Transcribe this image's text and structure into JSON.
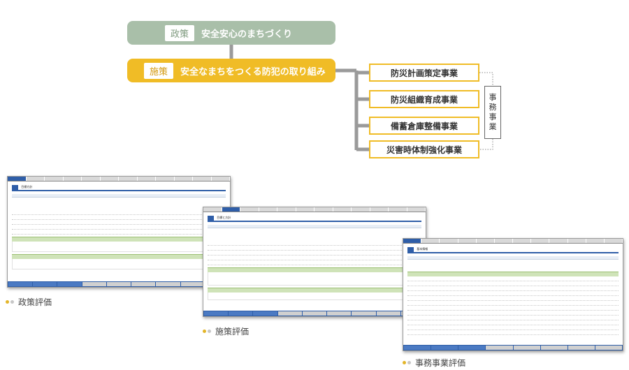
{
  "diagram": {
    "policy": {
      "tag": "政策",
      "text": "安全安心のまちづくり"
    },
    "measure": {
      "tag": "施策",
      "text": "安全なまちをつくる防犯の取り組み"
    },
    "projects": [
      "防災計画策定事業",
      "防災組織育成事業",
      "備蓄倉庫整備事業",
      "災害時体制強化事業"
    ],
    "work_label": [
      "事",
      "務",
      "事",
      "業"
    ]
  },
  "screens": {
    "policy_eval": {
      "caption": "政策評価",
      "heading": "目標方針"
    },
    "measure_eval": {
      "caption": "施策評価",
      "heading": "目標と方針"
    },
    "project_eval": {
      "caption": "事務事業評価",
      "heading": "基本情報"
    }
  },
  "colors": {
    "policy_green": "#a9bfa9",
    "measure_yellow": "#f0bc26",
    "screen_blue": "#2f5ea8",
    "bullet_yellow": "#e3b52a",
    "bullet_gray": "#c7c7c7"
  }
}
